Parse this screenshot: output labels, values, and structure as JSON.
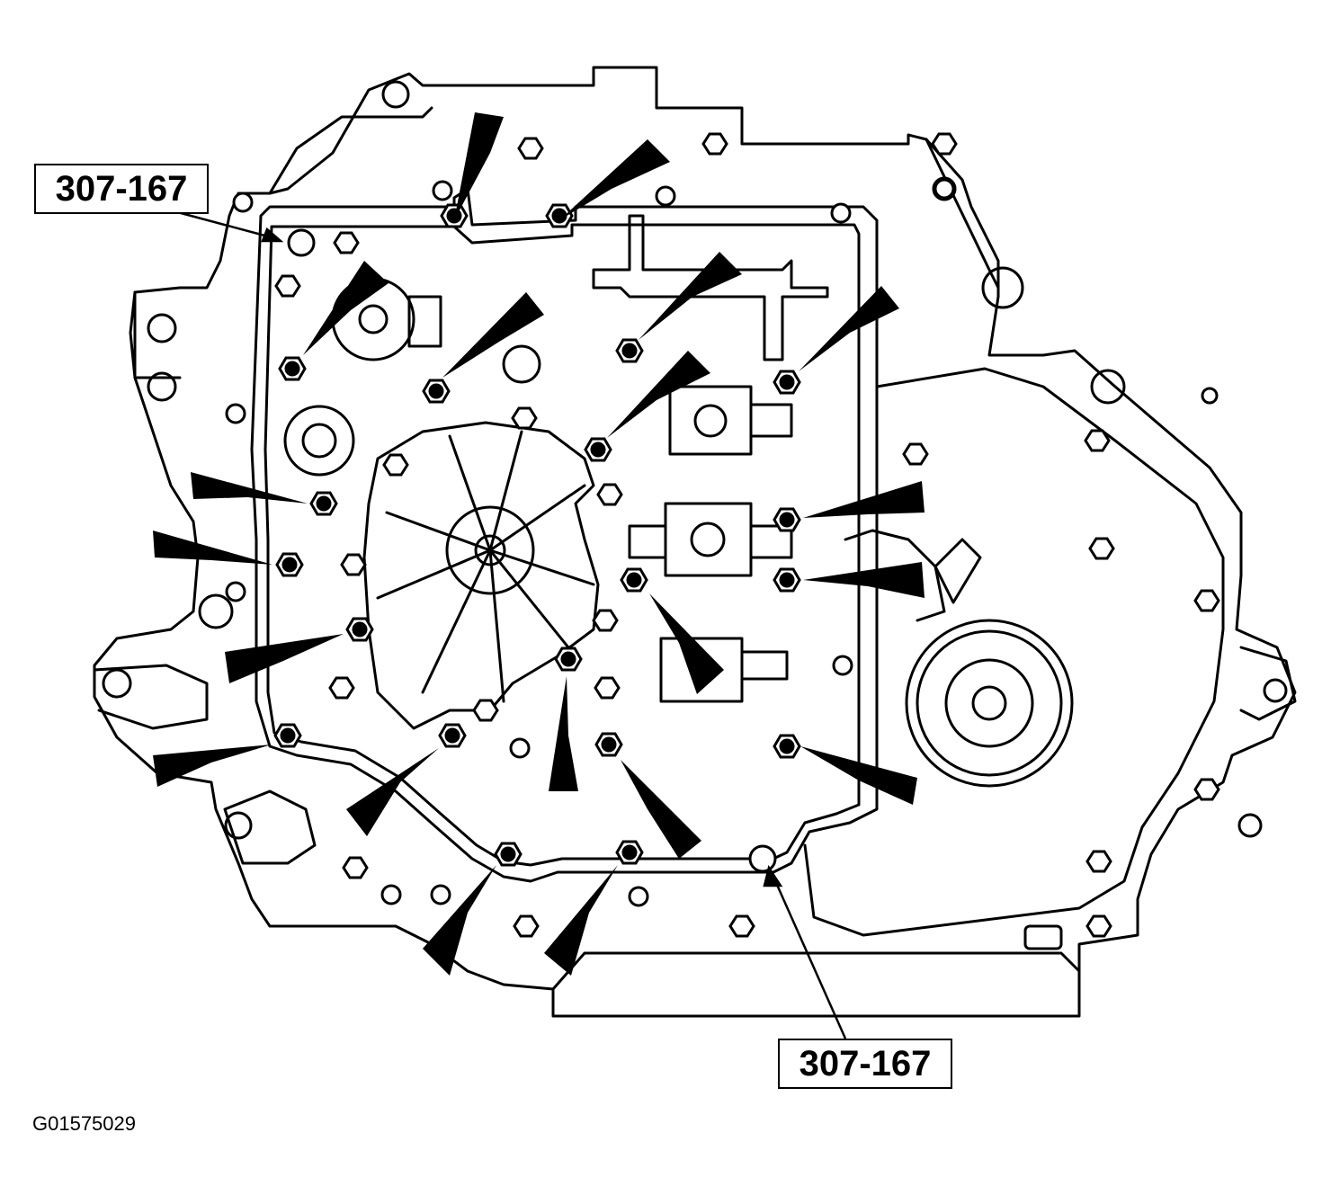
{
  "callouts": {
    "top_label": "307-167",
    "bottom_label": "307-167"
  },
  "figure_id": "G01575029",
  "colors": {
    "line": "#000000",
    "background": "#ffffff"
  }
}
